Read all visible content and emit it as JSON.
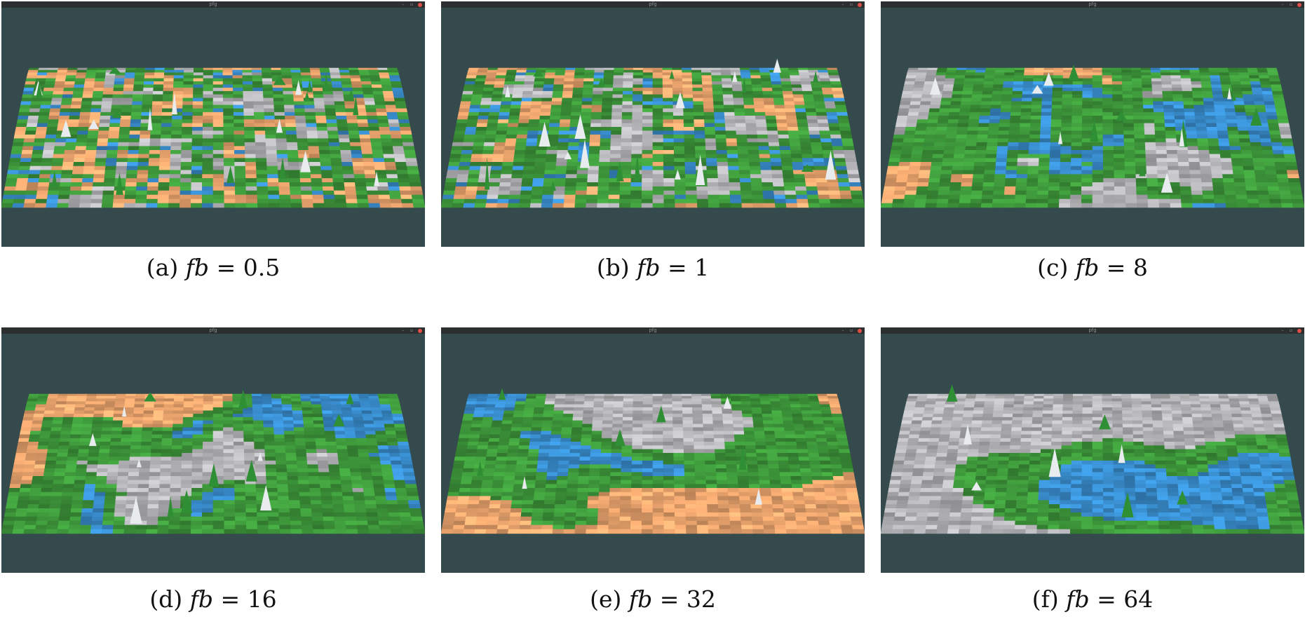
{
  "window_title": "pfg",
  "titlebar_controls": [
    "–",
    "▫"
  ],
  "colors": {
    "background": "#354a4c",
    "grass": "#3f9a3c",
    "sand": "#f0a870",
    "water": "#3a8fd0",
    "rock": "#b8b8bc",
    "titlebar": "#2b2f30"
  },
  "panels": [
    {
      "label": "(a)",
      "var": "fb",
      "op": "=",
      "value": "0.5",
      "fb": 0.5
    },
    {
      "label": "(b)",
      "var": "fb",
      "op": "=",
      "value": "1",
      "fb": 1
    },
    {
      "label": "(c)",
      "var": "fb",
      "op": "=",
      "value": "8",
      "fb": 8
    },
    {
      "label": "(d)",
      "var": "fb",
      "op": "=",
      "value": "16",
      "fb": 16
    },
    {
      "label": "(e)",
      "var": "fb",
      "op": "=",
      "value": "32",
      "fb": 32
    },
    {
      "label": "(f)",
      "var": "fb",
      "op": "=",
      "value": "64",
      "fb": 64
    }
  ]
}
